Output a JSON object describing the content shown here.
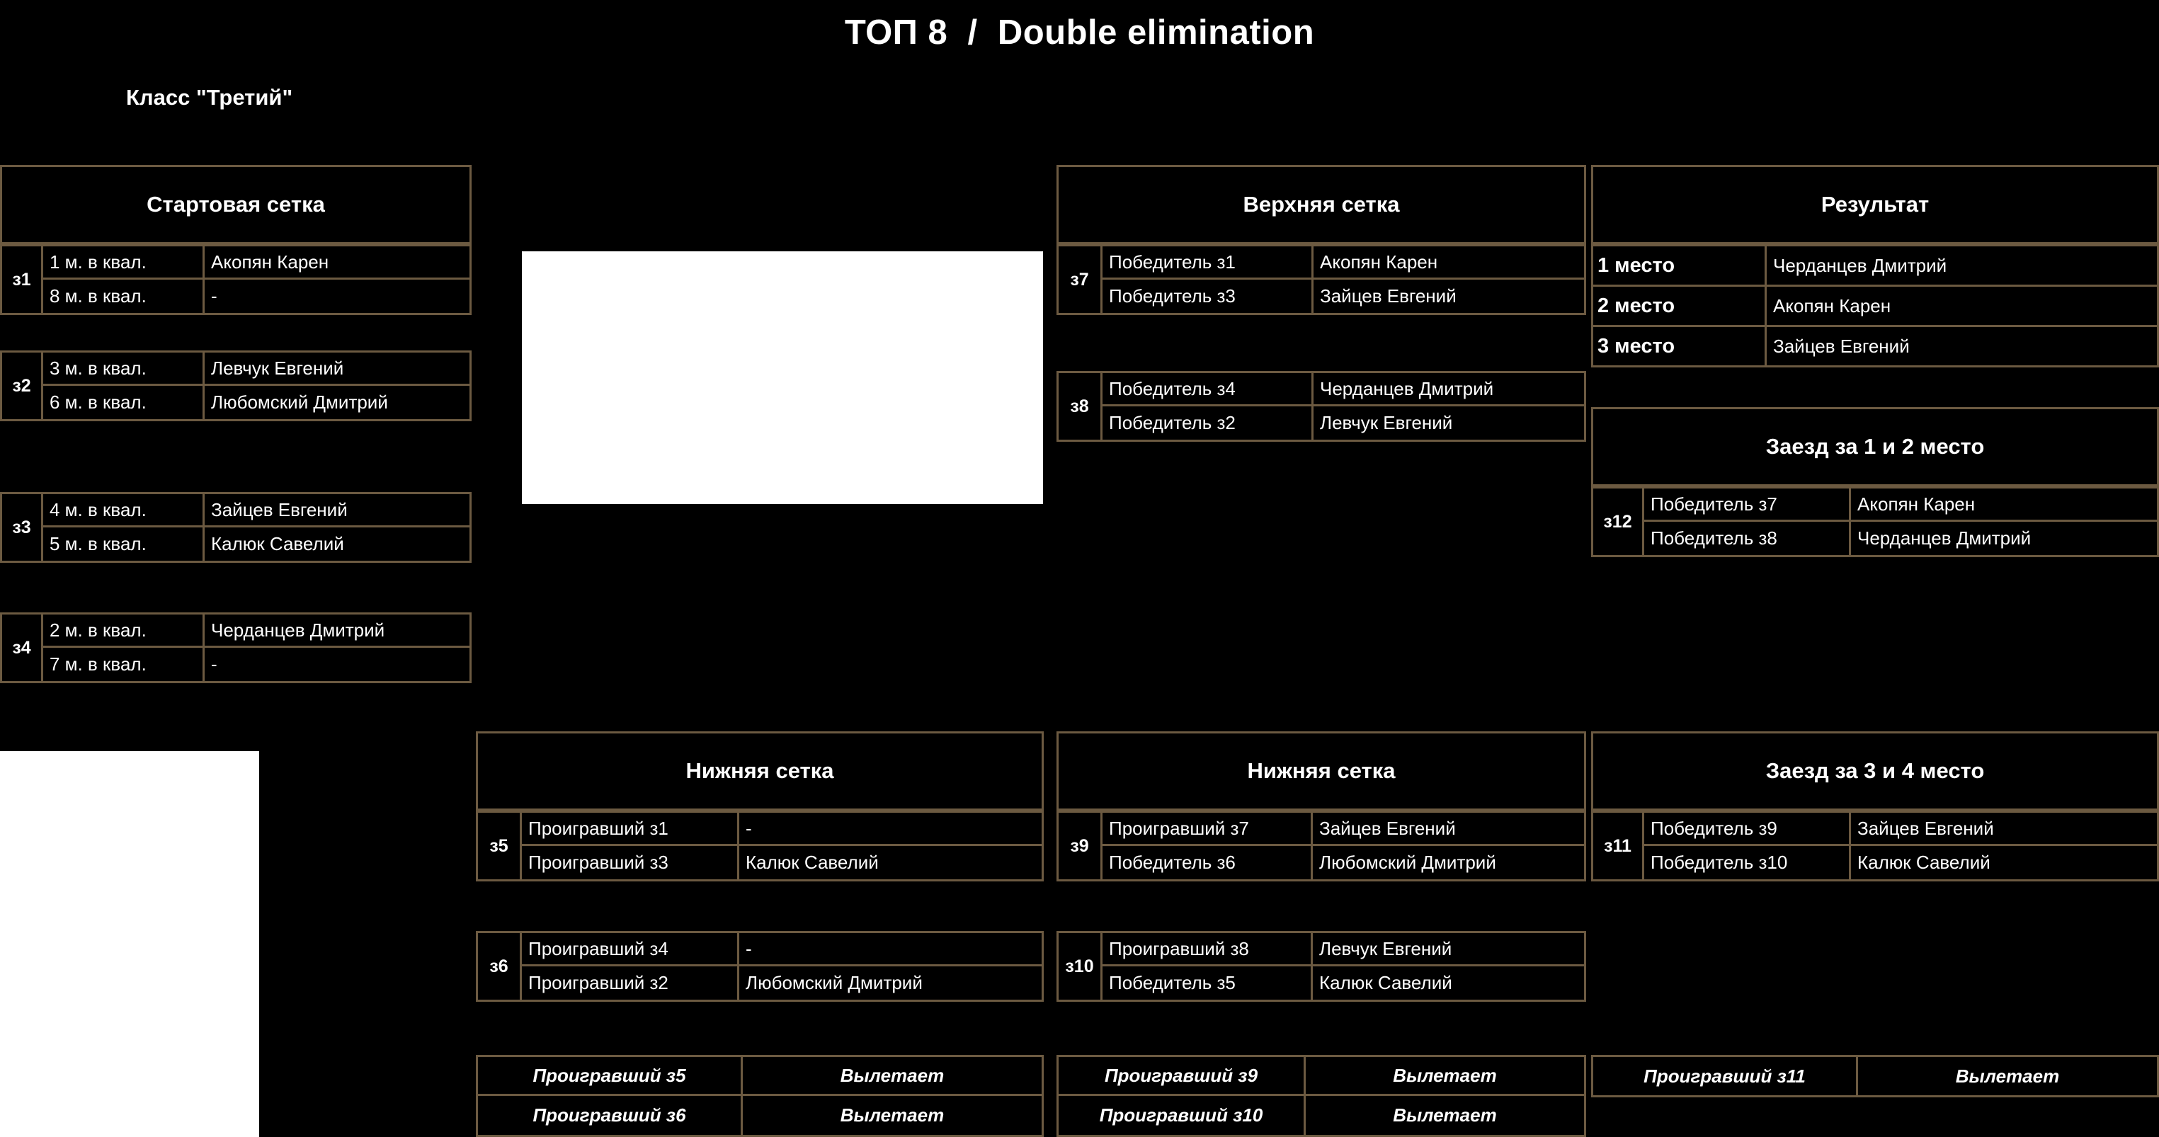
{
  "title": "ТОП 8  /  Double elimination",
  "class_label": "Класс \"Третий\"",
  "colors": {
    "background": "#000000",
    "border": "#6c5a41",
    "text": "#ffffff"
  },
  "panels": {
    "start_bracket": {
      "header": "Стартовая сетка",
      "matches": [
        {
          "tag": "з1",
          "rows": [
            {
              "slot": "1 м. в квал.",
              "name": "Акопян Карен"
            },
            {
              "slot": "8 м. в квал.",
              "name": "-"
            }
          ]
        },
        {
          "tag": "з2",
          "rows": [
            {
              "slot": "3 м. в квал.",
              "name": "Левчук Евгений"
            },
            {
              "slot": "6 м. в квал.",
              "name": "Любомский Дмитрий"
            }
          ]
        },
        {
          "tag": "з3",
          "rows": [
            {
              "slot": "4 м. в квал.",
              "name": "Зайцев Евгений"
            },
            {
              "slot": "5 м. в квал.",
              "name": "Калюк Савелий"
            }
          ]
        },
        {
          "tag": "з4",
          "rows": [
            {
              "slot": "2 м. в квал.",
              "name": "Черданцев Дмитрий"
            },
            {
              "slot": "7 м. в квал.",
              "name": "-"
            }
          ]
        }
      ]
    },
    "upper_bracket": {
      "header": "Верхняя сетка",
      "matches": [
        {
          "tag": "з7",
          "rows": [
            {
              "slot": "Победитель з1",
              "name": "Акопян Карен"
            },
            {
              "slot": "Победитель з3",
              "name": "Зайцев Евгений"
            }
          ]
        },
        {
          "tag": "з8",
          "rows": [
            {
              "slot": "Победитель з4",
              "name": "Черданцев Дмитрий"
            },
            {
              "slot": "Победитель з2",
              "name": "Левчук Евгений"
            }
          ]
        }
      ]
    },
    "result": {
      "header": "Результат",
      "rows": [
        {
          "place": "1 место",
          "name": "Черданцев Дмитрий"
        },
        {
          "place": "2 место",
          "name": "Акопян Карен"
        },
        {
          "place": "3 место",
          "name": "Зайцев Евгений"
        }
      ]
    },
    "final_1_2": {
      "header": "Заезд за 1 и 2 место",
      "matches": [
        {
          "tag": "з12",
          "rows": [
            {
              "slot": "Победитель з7",
              "name": "Акопян Карен"
            },
            {
              "slot": "Победитель з8",
              "name": "Черданцев Дмитрий"
            }
          ]
        }
      ]
    },
    "lower_bracket_1": {
      "header": "Нижняя сетка",
      "matches": [
        {
          "tag": "з5",
          "rows": [
            {
              "slot": "Проигравший з1",
              "name": "-"
            },
            {
              "slot": "Проигравший з3",
              "name": "Калюк Савелий"
            }
          ]
        },
        {
          "tag": "з6",
          "rows": [
            {
              "slot": "Проигравший з4",
              "name": "-"
            },
            {
              "slot": "Проигравший з2",
              "name": "Любомский Дмитрий"
            }
          ]
        }
      ],
      "eliminated": [
        {
          "slot": "Проигравший з5",
          "status": "Вылетает"
        },
        {
          "slot": "Проигравший з6",
          "status": "Вылетает"
        }
      ]
    },
    "lower_bracket_2": {
      "header": "Нижняя сетка",
      "matches": [
        {
          "tag": "з9",
          "rows": [
            {
              "slot": "Проигравший з7",
              "name": "Зайцев Евгений"
            },
            {
              "slot": "Победитель з6",
              "name": "Любомский Дмитрий"
            }
          ]
        },
        {
          "tag": "з10",
          "rows": [
            {
              "slot": "Проигравший з8",
              "name": "Левчук Евгений"
            },
            {
              "slot": "Победитель з5",
              "name": "Калюк Савелий"
            }
          ]
        }
      ],
      "eliminated": [
        {
          "slot": "Проигравший з9",
          "status": "Вылетает"
        },
        {
          "slot": "Проигравший з10",
          "status": "Вылетает"
        }
      ]
    },
    "final_3_4": {
      "header": "Заезд за 3 и 4 место",
      "matches": [
        {
          "tag": "з11",
          "rows": [
            {
              "slot": "Победитель з9",
              "name": "Зайцев Евгений"
            },
            {
              "slot": "Победитель з10",
              "name": "Калюк Савелий"
            }
          ]
        }
      ],
      "eliminated": [
        {
          "slot": "Проигравший з11",
          "status": "Вылетает"
        }
      ]
    }
  }
}
